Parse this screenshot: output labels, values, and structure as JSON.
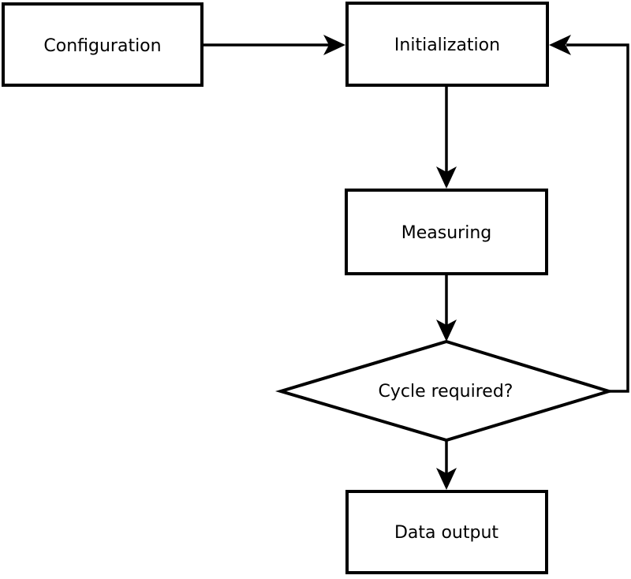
{
  "diagram": {
    "type": "flowchart",
    "background_color": "#ffffff",
    "stroke_color": "#000000",
    "node_fill_color": "#ffffff",
    "nodes": {
      "configuration": {
        "label": "Configuration",
        "shape": "rectangle"
      },
      "initialization": {
        "label": "Initialization",
        "shape": "rectangle"
      },
      "measuring": {
        "label": "Measuring",
        "shape": "rectangle"
      },
      "cycle_required": {
        "label": "Cycle required?",
        "shape": "diamond"
      },
      "data_output": {
        "label": "Data output",
        "shape": "rectangle"
      }
    },
    "edges": [
      {
        "from": "Configuration",
        "to": "Initialization",
        "route": "right"
      },
      {
        "from": "Initialization",
        "to": "Measuring",
        "route": "down"
      },
      {
        "from": "Measuring",
        "to": "Cycle required?",
        "route": "down"
      },
      {
        "from": "Cycle required?",
        "to": "Data output",
        "route": "down"
      },
      {
        "from": "Cycle required?",
        "to": "Initialization",
        "route": "right-up-left feedback loop"
      }
    ]
  }
}
